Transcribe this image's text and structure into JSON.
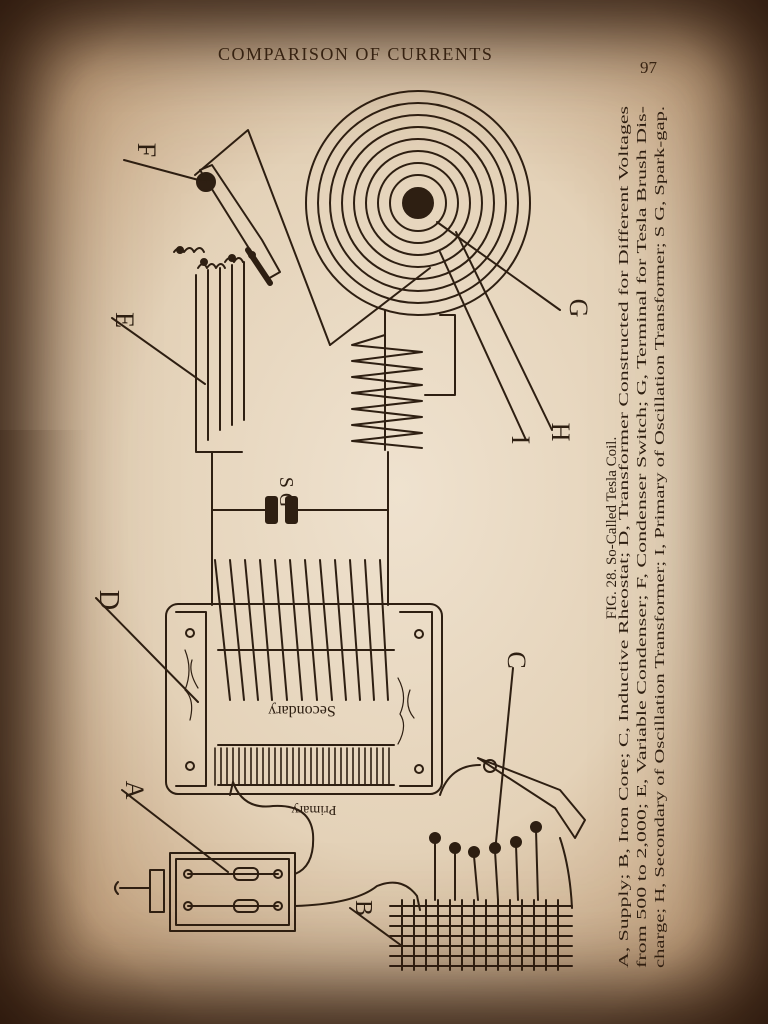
{
  "page": {
    "running_head": "COMPARISON OF CURRENTS",
    "page_number": "97"
  },
  "figure": {
    "caption": "FIG. 28. So-Called Tesla Coil.",
    "legend_lines": [
      "A, Supply; B, Iron Core; C, Inductive Rheostat; D, Transformer Constructed for Different Voltages",
      "from 500 to 2,000; E, Variable Condenser; F, Condenser Switch; G, Terminal for Tesla Brush Dis-",
      "charge; H, Secondary of Oscillation Transformer; I, Primary of Oscillation Transformer; S G, Spark-gap."
    ],
    "labels": {
      "A": "A",
      "B": "B",
      "C": "C",
      "D": "D",
      "E": "E",
      "F": "F",
      "G": "G",
      "H": "H",
      "I": "I",
      "SG": "S G"
    },
    "winding_labels": {
      "secondary": "Secondary",
      "primary": "Primary"
    }
  },
  "colors": {
    "paper": "#e9dcc6",
    "ink": "#2e1f12"
  }
}
